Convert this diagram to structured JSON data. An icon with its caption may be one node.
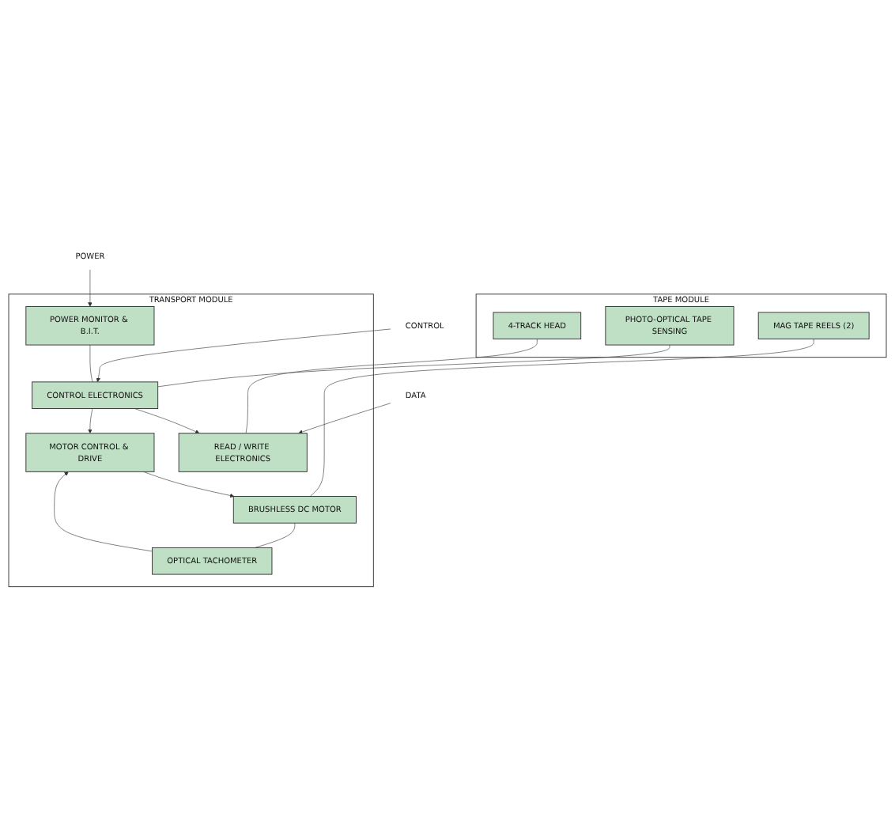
{
  "diagram": {
    "nodes": [
      {
        "text": [
          "TAPE MODULE"
        ]
      },
      {
        "text": [
          "4-TRACK HEAD"
        ],
        "in": 0
      },
      {
        "text": [
          "PHOTO-OPTICAL TAPE SENSING"
        ],
        "in": 0
      },
      {
        "text": [
          "MAG TAPE REELS (2)"
        ],
        "in": 0
      },
      {
        "text": [
          "TRANSPORT MODULE"
        ]
      },
      {
        "text": [
          "READ / WRITE ELECTRONICS"
        ],
        "in": 4
      },
      {
        "text": [
          "POWER MONITOR & B.I.T."
        ],
        "in": 4
      },
      {
        "text": [
          "CONTROL ELECTRONICS"
        ],
        "in": 4
      },
      {
        "text": [
          "BRUSHLESS DC MOTOR"
        ],
        "in": 4
      },
      {
        "text": [
          "OPTICAL TACHOMETER"
        ],
        "in": 4
      },
      {
        "text": [
          "MOTOR CONTROL & DRIVE"
        ],
        "in": 4
      },
      {
        "text": [
          "DATA"
        ]
      },
      {
        "text": [
          "POWER"
        ]
      },
      {
        "text": [
          "CONTROL"
        ]
      }
    ],
    "edges": [
      {
        "from": 11,
        "to": 5,
        "arrow": "to"
      },
      {
        "from": 12,
        "to": 6,
        "arrow": "to"
      },
      {
        "from": 13,
        "to": 7,
        "arrow": "to"
      },
      {
        "from": 1,
        "to": 5,
        "arrow": "none"
      },
      {
        "from": 2,
        "to": 7,
        "arrow": "none"
      },
      {
        "from": 3,
        "to": 8,
        "arrow": "none"
      },
      {
        "from": 8,
        "to": 9,
        "arrow": "none"
      },
      {
        "from": 7,
        "to": 5,
        "arrow": "to"
      },
      {
        "from": 6,
        "to": 7,
        "arrow": "none"
      },
      {
        "from": 7,
        "to": 10,
        "arrow": "to"
      },
      {
        "from": 9,
        "to": 10,
        "arrow": "to"
      },
      {
        "from": 10,
        "to": 8,
        "arrow": "to"
      }
    ]
  }
}
